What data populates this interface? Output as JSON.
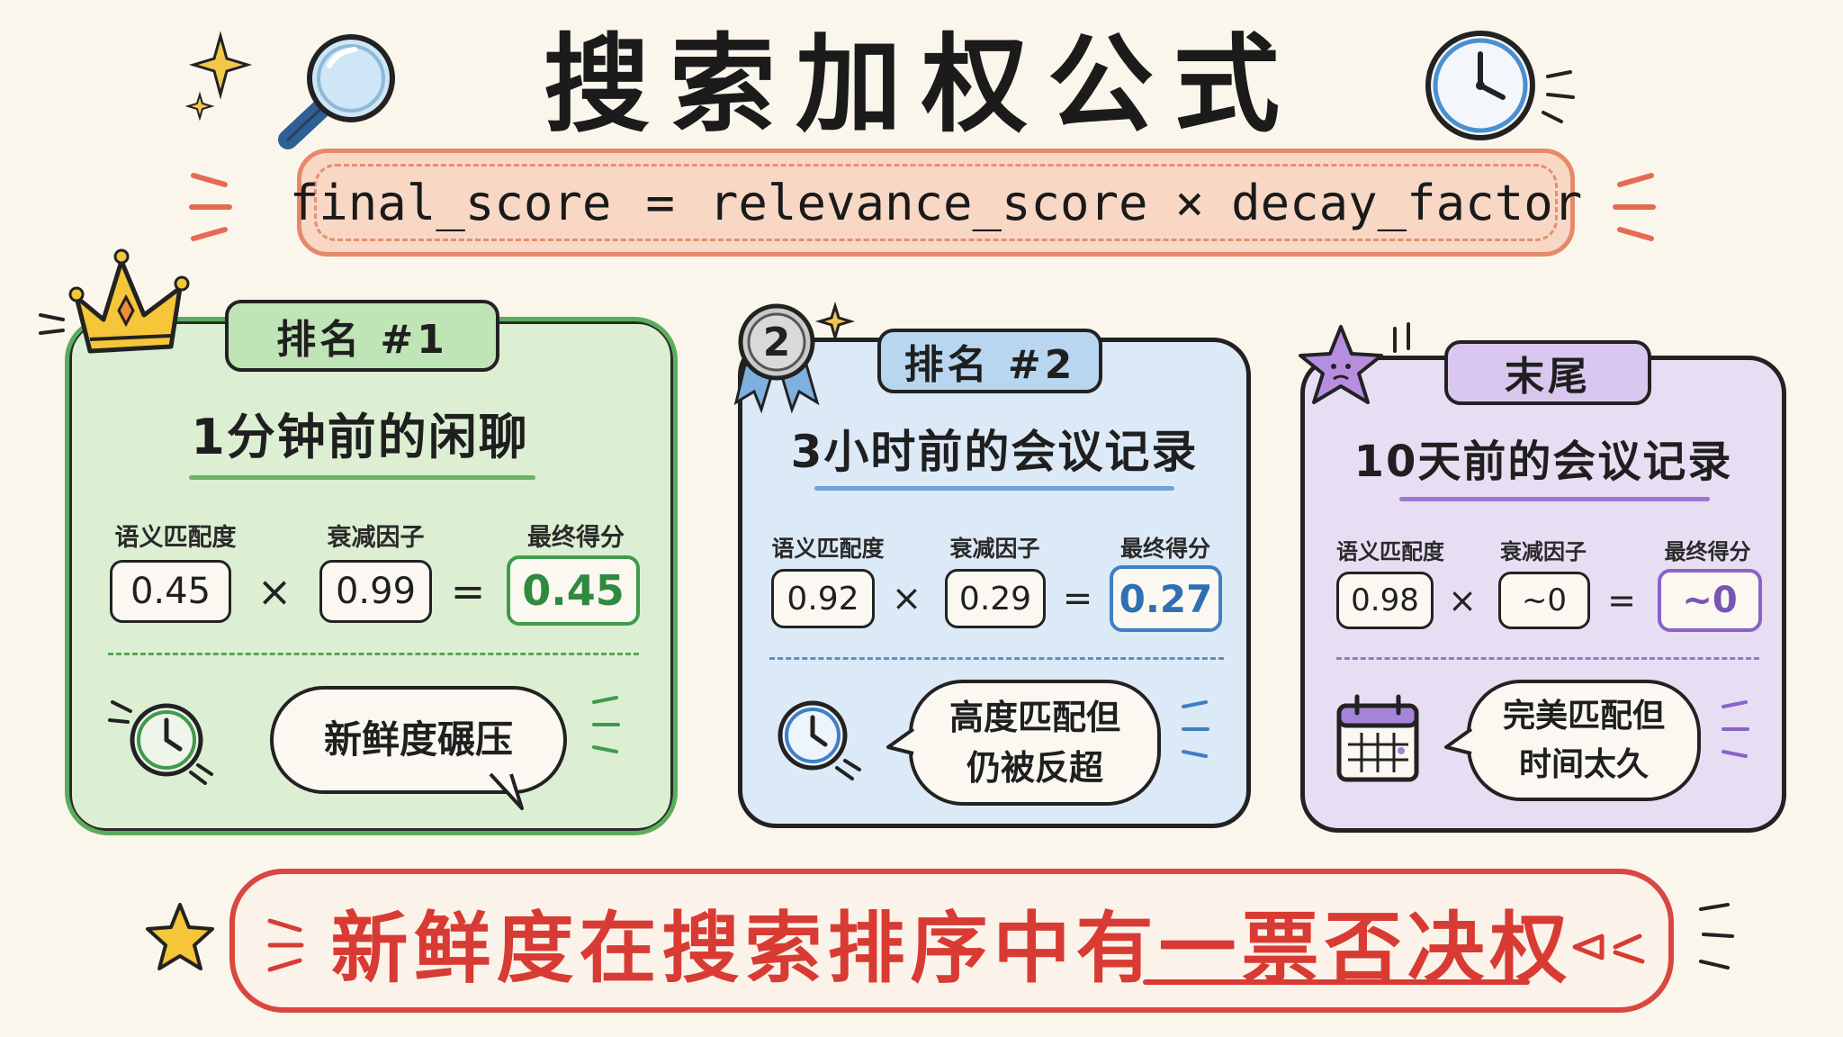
{
  "title": "搜索加权公式",
  "formula": {
    "lhs": "final_score",
    "eq": "=",
    "term1": "relevance_score",
    "times": "×",
    "term2": "decay_factor"
  },
  "labels": {
    "relevance": "语义匹配度",
    "decay": "衰减因子",
    "final": "最终得分",
    "times": "×",
    "eq": "="
  },
  "cards": [
    {
      "tab": "排名 #1",
      "heading": "1分钟前的闲聊",
      "relevance": "0.45",
      "decay": "0.99",
      "final": "0.45",
      "note_lines": [
        "新鲜度碾压"
      ],
      "accent": "#3f9a4a"
    },
    {
      "tab": "排名 #2",
      "heading": "3小时前的会议记录",
      "relevance": "0.92",
      "decay": "0.29",
      "final": "0.27",
      "note_lines": [
        "高度匹配但",
        "仍被反超"
      ],
      "accent": "#3f7fc4"
    },
    {
      "tab": "末尾",
      "heading": "10天前的会议记录",
      "relevance": "0.98",
      "decay": "~0",
      "final": "~0",
      "note_lines": [
        "完美匹配但",
        "时间太久"
      ],
      "accent": "#8a63c6"
    }
  ],
  "badge_2": "2",
  "verdict": "新鲜度在搜索排序中有一票否决权",
  "icons": [
    "magnifier-icon",
    "clock-icon",
    "crown-icon",
    "medal-icon",
    "sad-star-icon",
    "calendar-icon",
    "sparkle-icon",
    "star-icon"
  ],
  "colors": {
    "banner_fill": "#f8d8c4",
    "banner_border": "#e8886a",
    "card1": "#dcefd3",
    "card2": "#dce9f6",
    "card3": "#e8def4",
    "verdict": "#d83b33"
  }
}
